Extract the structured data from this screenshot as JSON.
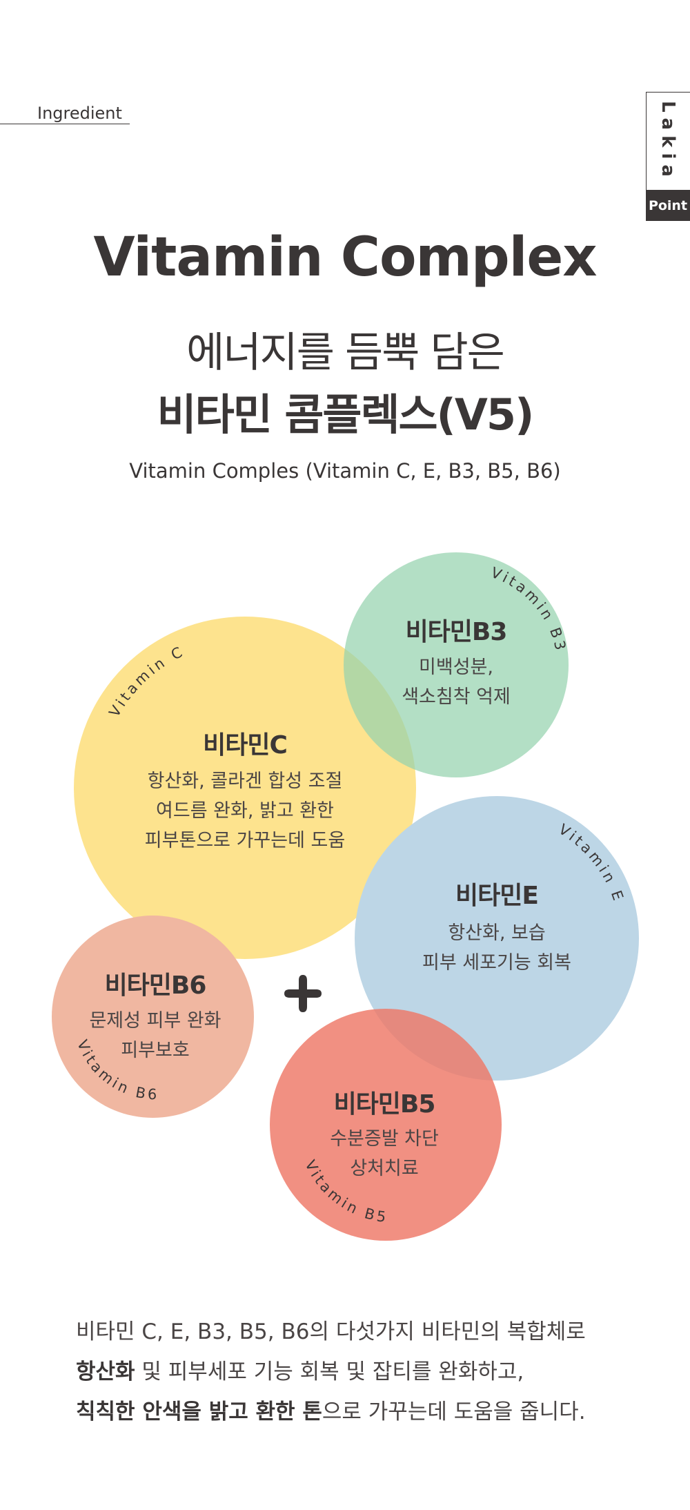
{
  "section_label": "Ingredient",
  "side_tab": {
    "brand": "Lakia",
    "label": "Point"
  },
  "title": "Vitamin Complex",
  "subtitle_line1": "에너지를 듬뿍 담은",
  "subtitle_line2": "비타민 콤플렉스(V5)",
  "ingredients": "Vitamin Comples (Vitamin C, E, B3, B5, B6)",
  "colors": {
    "vitamin_c": "#fde38e",
    "vitamin_b3": "#96d2af",
    "vitamin_e": "#bdd6e6",
    "vitamin_b6": "#f0b7a1",
    "vitamin_b5": "#ee7867",
    "text": "#3a3636"
  },
  "vitamins": {
    "c": {
      "curved": "Vitamin C",
      "name": "비타민C",
      "desc": [
        "항산화, 콜라겐 합성 조절",
        "여드름 완화, 밝고 환한",
        "피부톤으로 가꾸는데 도움"
      ]
    },
    "b3": {
      "curved": "Vitamin B3",
      "name": "비타민B3",
      "desc": [
        "미백성분,",
        "색소침착 억제"
      ]
    },
    "e": {
      "curved": "Vitamin E",
      "name": "비타민E",
      "desc": [
        "항산화, 보습",
        "피부 세포기능 회복"
      ]
    },
    "b6": {
      "curved": "Vitamin B6",
      "name": "비타민B6",
      "desc": [
        "문제성 피부 완화",
        "피부보호"
      ]
    },
    "b5": {
      "curved": "Vitamin B5",
      "name": "비타민B5",
      "desc": [
        "수분증발 차단",
        "상처치료"
      ]
    }
  },
  "plus_icon": "plus-icon",
  "summary": {
    "line1": "비타민 C, E, B3, B5, B6의 다섯가지 비타민의 복합체로",
    "line2_bold": "항산화",
    "line2_rest": " 및 피부세포 기능 회복 및 잡티를 완화하고,",
    "line3_bold": "칙칙한 안색을 밝고 환한 톤",
    "line3_rest": "으로 가꾸는데 도움을 줍니다."
  }
}
